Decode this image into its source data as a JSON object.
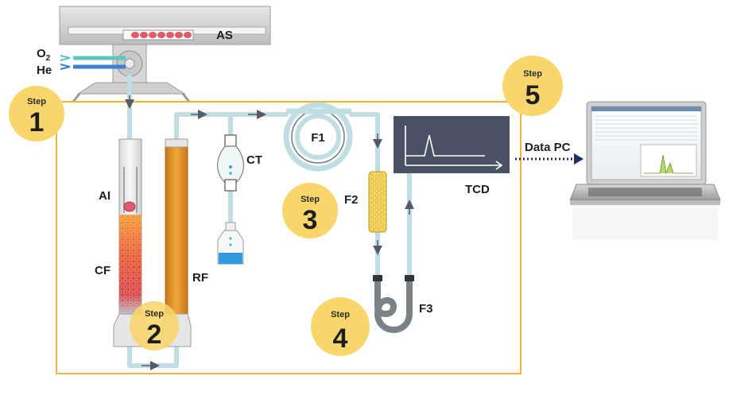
{
  "labels": {
    "as": "AS",
    "o2_main": "O",
    "o2_sub": "2",
    "he": "He",
    "ai": "AI",
    "cf": "CF",
    "rf": "RF",
    "ct": "CT",
    "f1": "F1",
    "f2": "F2",
    "f3": "F3",
    "tcd": "TCD",
    "data_pc": "Data PC"
  },
  "steps": [
    {
      "word": "Step",
      "num": "1"
    },
    {
      "word": "Step",
      "num": "2"
    },
    {
      "word": "Step",
      "num": "3"
    },
    {
      "word": "Step",
      "num": "4"
    },
    {
      "word": "Step",
      "num": "5"
    }
  ],
  "colors": {
    "system_border": "#f2b33a",
    "step_circle": "#f8d66b",
    "tube": "#bfdde3",
    "detector_bg": "#4a5165",
    "connection": "#1f2f5a",
    "oxygen": "#5fc6bd",
    "helium": "#3d7fd0"
  }
}
